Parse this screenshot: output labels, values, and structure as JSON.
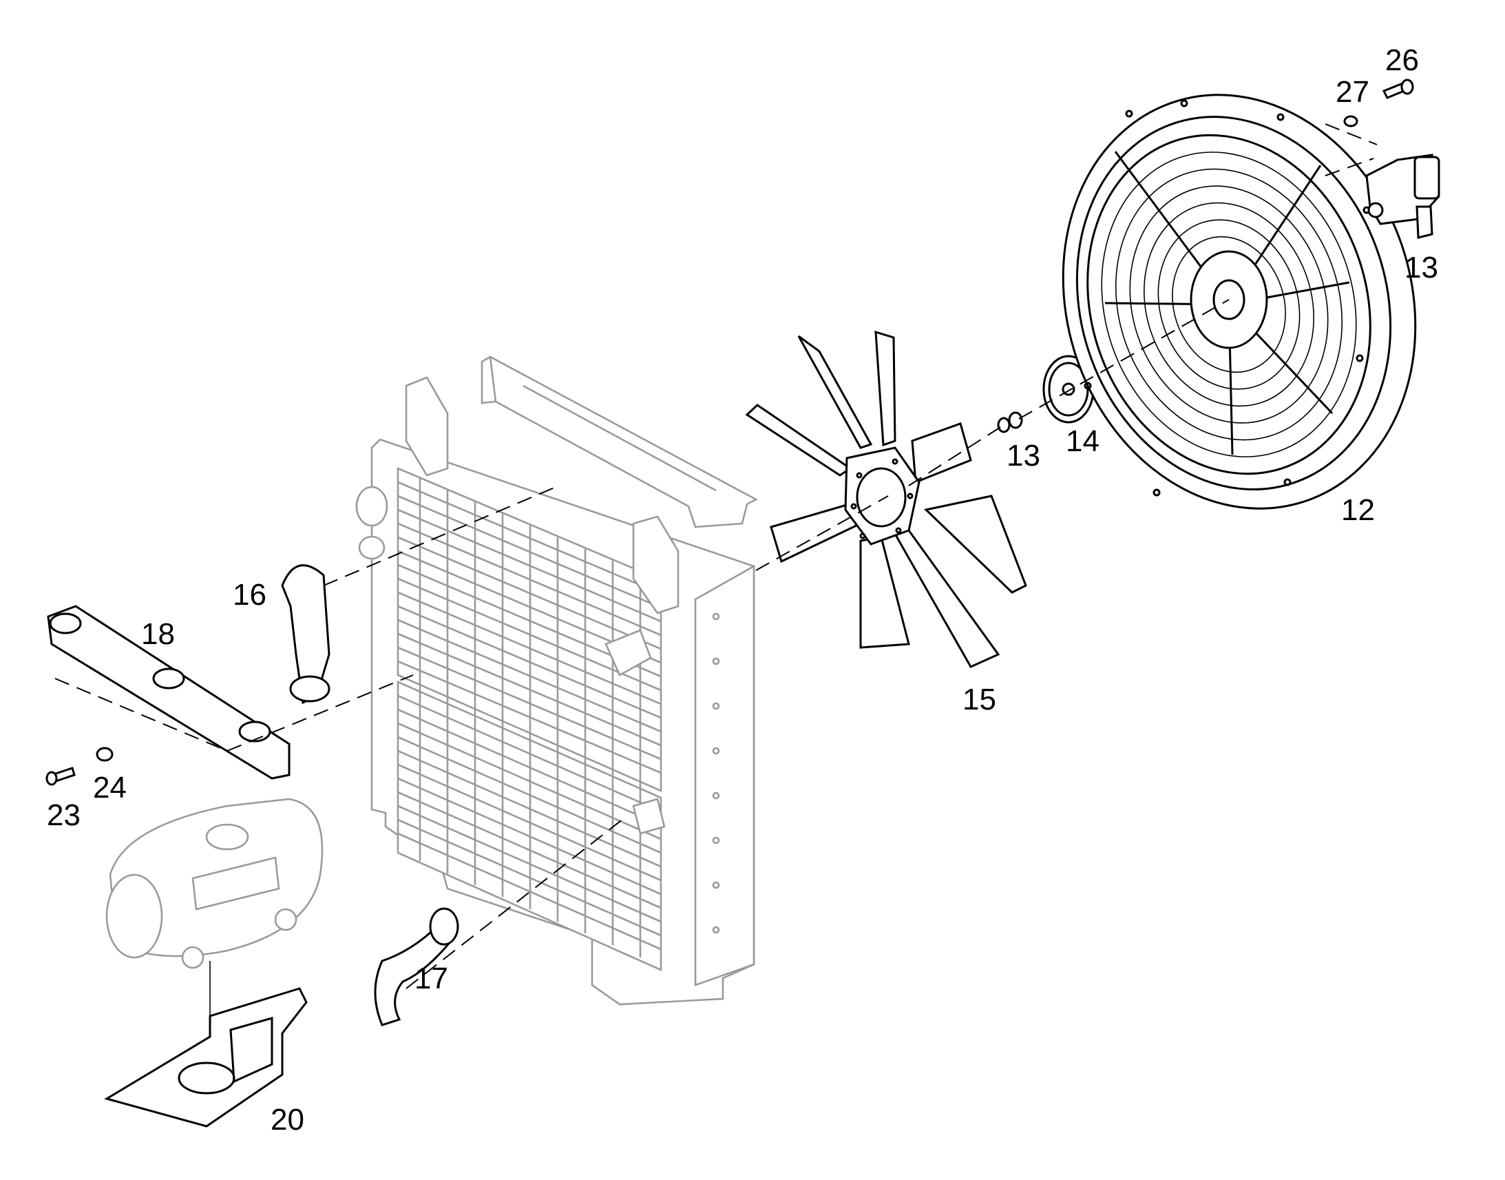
{
  "callouts": {
    "c12": "12",
    "c13_pump": "13",
    "c13_nut": "13",
    "c14": "14",
    "c15": "15",
    "c16": "16",
    "c17": "17",
    "c18": "18",
    "c20": "20",
    "c23": "23",
    "c24": "24",
    "c26": "26",
    "c27": "27"
  }
}
